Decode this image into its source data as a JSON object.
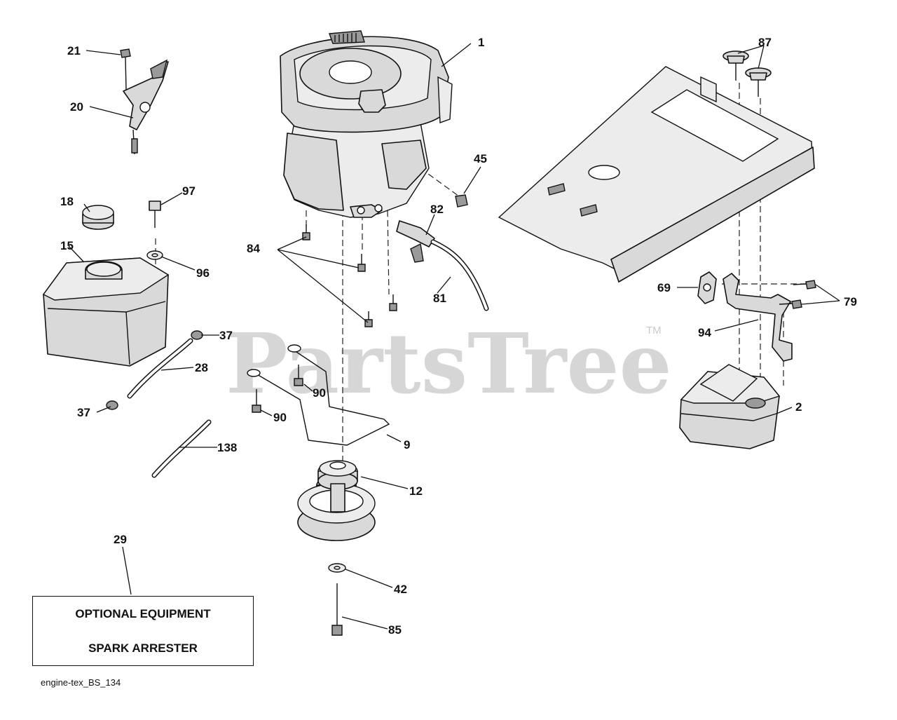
{
  "watermark": {
    "text": "PartsTree",
    "trademark": "TM"
  },
  "callouts": [
    "1",
    "2",
    "9",
    "12",
    "15",
    "18",
    "20",
    "21",
    "28",
    "29",
    "37",
    "37",
    "42",
    "45",
    "69",
    "79",
    "81",
    "82",
    "84",
    "85",
    "87",
    "90",
    "90",
    "94",
    "96",
    "97",
    "138"
  ],
  "optional_box": {
    "line1": "OPTIONAL EQUIPMENT",
    "line2": "SPARK ARRESTER"
  },
  "diagram_ref": "engine-tex_BS_134"
}
